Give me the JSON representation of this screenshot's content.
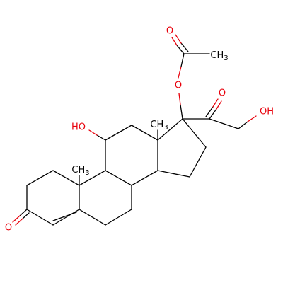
{
  "molecule": {
    "colors": {
      "bond": "#000000",
      "oxygen": "#e8000b",
      "carbon_label": "#000000"
    },
    "labels": {
      "ketone_o_ring": "O",
      "hydroxyl_c11": "HO",
      "methyl_c10": "CH",
      "methyl_c10_sub": "3",
      "methyl_c13": "CH",
      "methyl_c13_sub": "3",
      "ester_o": "O",
      "acetyl_o": "O",
      "acetyl_ch3": "CH",
      "acetyl_ch3_sub": "3",
      "ketone_o_side": "O",
      "hydroxyl_side": "OH"
    }
  }
}
